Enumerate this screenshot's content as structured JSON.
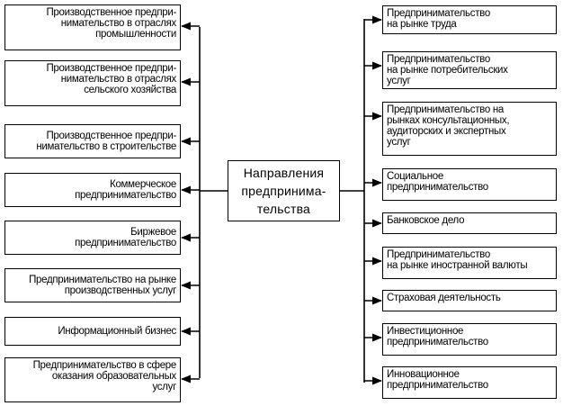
{
  "center": "Направления\nпредпринима-\nтельства",
  "left_items": [
    "Производственное предпри-\nнимательство в отраслях\nпромышленности",
    "Производственное предпри-\nнимательство в отраслях\nсельского хозяйства",
    "Производственное предпри-\nнимательство в строительстве",
    "Коммерческое\nпредпринимательство",
    "Биржевое\nпредпринимательство",
    "Предпринимательство на рынке\nпроизводственных услуг",
    "Информационный бизнес",
    "Предпринимательство в сфере\nоказания образовательных\nуслуг"
  ],
  "right_items": [
    "Предпринимательство\nна рынке труда",
    "Предпринимательство\nна рынке потребительских\nуслуг",
    "Предпринимательство на\nрынках консультационных,\nаудиторских и экспертных\nуслуг",
    "Социальное\nпредпринимательство",
    "Банковское дело",
    "Предпринимательство\nна рынке иностранной валюты",
    "Страховая деятельность",
    "Инвестиционное\nпредпринимательство",
    "Инновационное\nпредпринимательство"
  ]
}
